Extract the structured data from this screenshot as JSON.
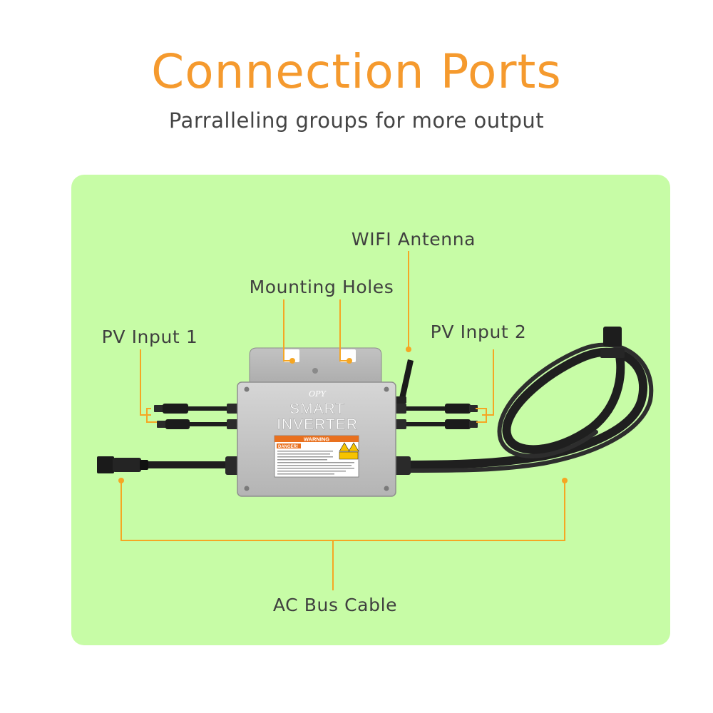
{
  "header": {
    "title": "Connection Ports",
    "subtitle": "Parralleling groups for more output"
  },
  "device": {
    "brand": "OPY",
    "name_line1": "SMART",
    "name_line2": "INVERTER",
    "warning_header": "WARNING",
    "danger_label": "DANGER!"
  },
  "callouts": {
    "wifi_antenna": "WIFI Antenna",
    "mounting_holes": "Mounting Holes",
    "pv_input_1": "PV Input 1",
    "pv_input_2": "PV Input 2",
    "ac_bus_cable": "AC Bus Cable"
  },
  "colors": {
    "title": "#F59A2E",
    "leader_lines": "#F5A623",
    "panel_background": "#C7FCA6",
    "device_body": "#C9C9C9"
  }
}
